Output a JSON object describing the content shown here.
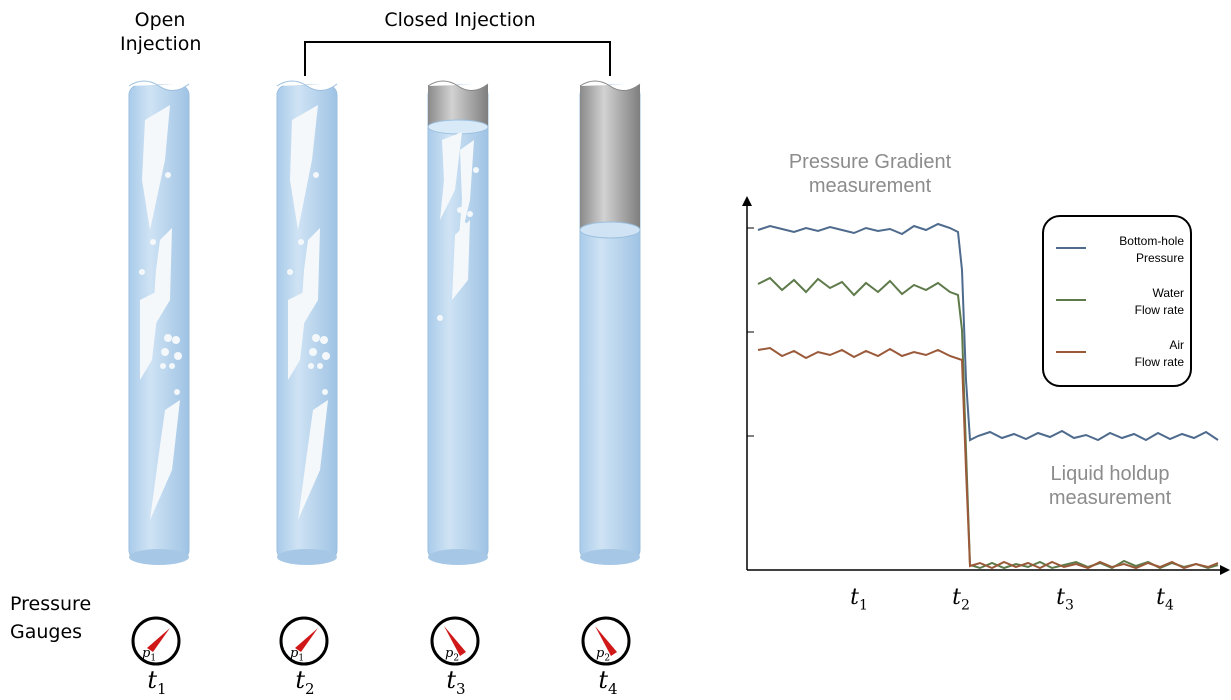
{
  "labels": {
    "open_injection": "Open\nInjection",
    "closed_injection": "Closed Injection",
    "pressure_gauges": "Pressure\nGauges",
    "gauge_p1": "p",
    "gauge_p1_sub": "1",
    "gauge_p2": "p",
    "gauge_p2_sub": "2"
  },
  "tubes": [
    {
      "time": "t",
      "sub": "1",
      "gauge_sub": "1"
    },
    {
      "time": "t",
      "sub": "2",
      "gauge_sub": "1"
    },
    {
      "time": "t",
      "sub": "3",
      "gauge_sub": "2"
    },
    {
      "time": "t",
      "sub": "4",
      "gauge_sub": "2"
    }
  ],
  "chart": {
    "pressure_title": "Pressure Gradient\nmeasurement",
    "holdup_title": "Liquid holdup\nmeasurement",
    "x_ticks": [
      {
        "t": "t",
        "sub": "1"
      },
      {
        "t": "t",
        "sub": "2"
      },
      {
        "t": "t",
        "sub": "3"
      },
      {
        "t": "t",
        "sub": "4"
      }
    ],
    "legend": [
      {
        "label": "Bottom-hole\nPressure",
        "color": "#4e6a8c"
      },
      {
        "label": "Water\nFlow rate",
        "color": "#5e7a4a"
      },
      {
        "label": "Air\nFlow rate",
        "color": "#9a5a3a"
      }
    ]
  },
  "colors": {
    "liquid": "#bcd8ef",
    "liquid_edge": "#a6c8e6",
    "gas_bubble": "#f4f8fb",
    "gray_top": "#9a9a9a",
    "needle": "#d01818"
  }
}
